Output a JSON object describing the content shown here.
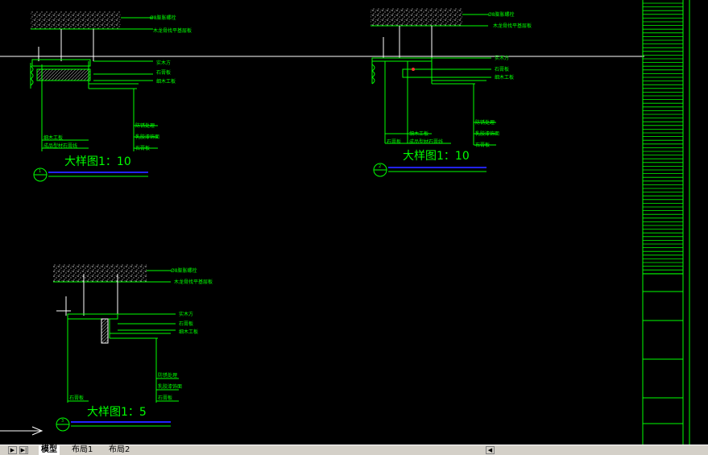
{
  "colors": {
    "background": "#000000",
    "lines": "#00ff00",
    "text": "#00ff00",
    "crosshair": "#ffffff",
    "scale_underline": "#0000ff",
    "marker": "#ff0000"
  },
  "details": [
    {
      "title": "大样图1：10",
      "callout_number": "1",
      "labels_top": [
        "Ø8膨胀螺栓",
        "木龙骨找平基层板"
      ],
      "labels_right": [
        "实木方",
        "石膏板",
        "细木工板"
      ],
      "labels_lower_right": [
        "防锈处理",
        "乳胶漆饰面",
        "石膏板"
      ],
      "labels_lower_left": [
        "细木工板",
        "成品型材石膏线"
      ]
    },
    {
      "title": "大样图1：10",
      "callout_number": "2",
      "labels_top": [
        "Ø8膨胀螺栓",
        "木龙骨找平基层板"
      ],
      "labels_right": [
        "实木方",
        "石膏板",
        "细木工板"
      ],
      "labels_lower_right": [
        "防锈处理",
        "乳胶漆饰面",
        "石膏板"
      ],
      "labels_lower_left": [
        "细木工板",
        "石膏板",
        "成品型材石膏线"
      ]
    },
    {
      "title": "大样图1：5",
      "callout_number": "3",
      "labels_top": [
        "Ø8膨胀螺栓",
        "木龙骨找平基层板"
      ],
      "labels_right": [
        "实木方",
        "石膏板",
        "细木工板"
      ],
      "labels_lower_right": [
        "防锈处理",
        "乳胶漆饰面",
        "石膏板"
      ],
      "labels_lower_left": [
        "石膏板"
      ]
    }
  ],
  "tabs": {
    "model": "模型",
    "layout1": "布局1",
    "layout2": "布局2"
  },
  "nav": {
    "first": "▶",
    "last": "▶|",
    "scroll_left": "◀"
  }
}
